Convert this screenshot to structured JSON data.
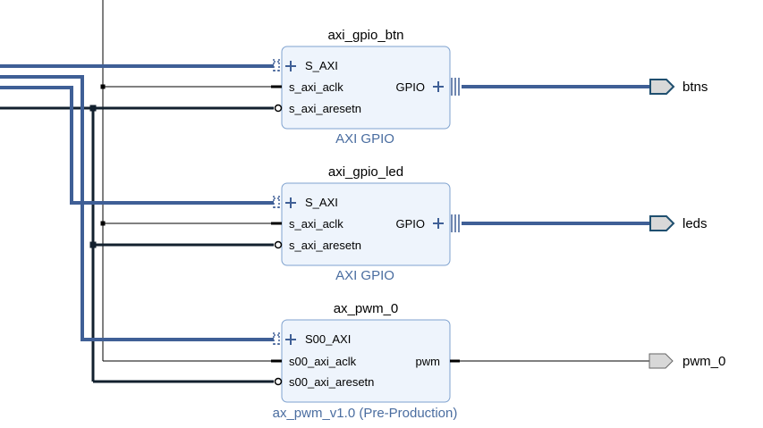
{
  "blocks": [
    {
      "name": "axi_gpio_btn",
      "subtitle": "AXI GPIO",
      "ports": {
        "bus": "S_AXI",
        "clk": "s_axi_aclk",
        "rst": "s_axi_aresetn",
        "out": "GPIO"
      },
      "external_port": "btns"
    },
    {
      "name": "axi_gpio_led",
      "subtitle": "AXI GPIO",
      "ports": {
        "bus": "S_AXI",
        "clk": "s_axi_aclk",
        "rst": "s_axi_aresetn",
        "out": "GPIO"
      },
      "external_port": "leds"
    },
    {
      "name": "ax_pwm_0",
      "subtitle": "ax_pwm_v1.0 (Pre-Production)",
      "ports": {
        "bus": "S00_AXI",
        "clk": "s00_axi_aclk",
        "rst": "s00_axi_aresetn",
        "out": "pwm"
      },
      "external_port": "pwm_0"
    }
  ],
  "colors": {
    "bus_wire": "#3f5f96",
    "net_wire": "#12202e",
    "clk_wire": "#000000",
    "block_fill": "#eef4fc",
    "block_border": "#7fa2cf",
    "subtitle": "#4a6da0",
    "port_bus_fill": "#d8d8d8",
    "port_bus_stroke": "#1f4f6f",
    "port_single_fill": "#d8d8d8",
    "port_single_stroke": "#666666"
  },
  "icons": {
    "bus_interface": "plus-icon",
    "port_stub": "dotted-stub-icon",
    "reset_pin": "inverted-circle-icon",
    "bus_out": "bus-bars-icon",
    "output_port": "output-port-arrow-icon"
  }
}
